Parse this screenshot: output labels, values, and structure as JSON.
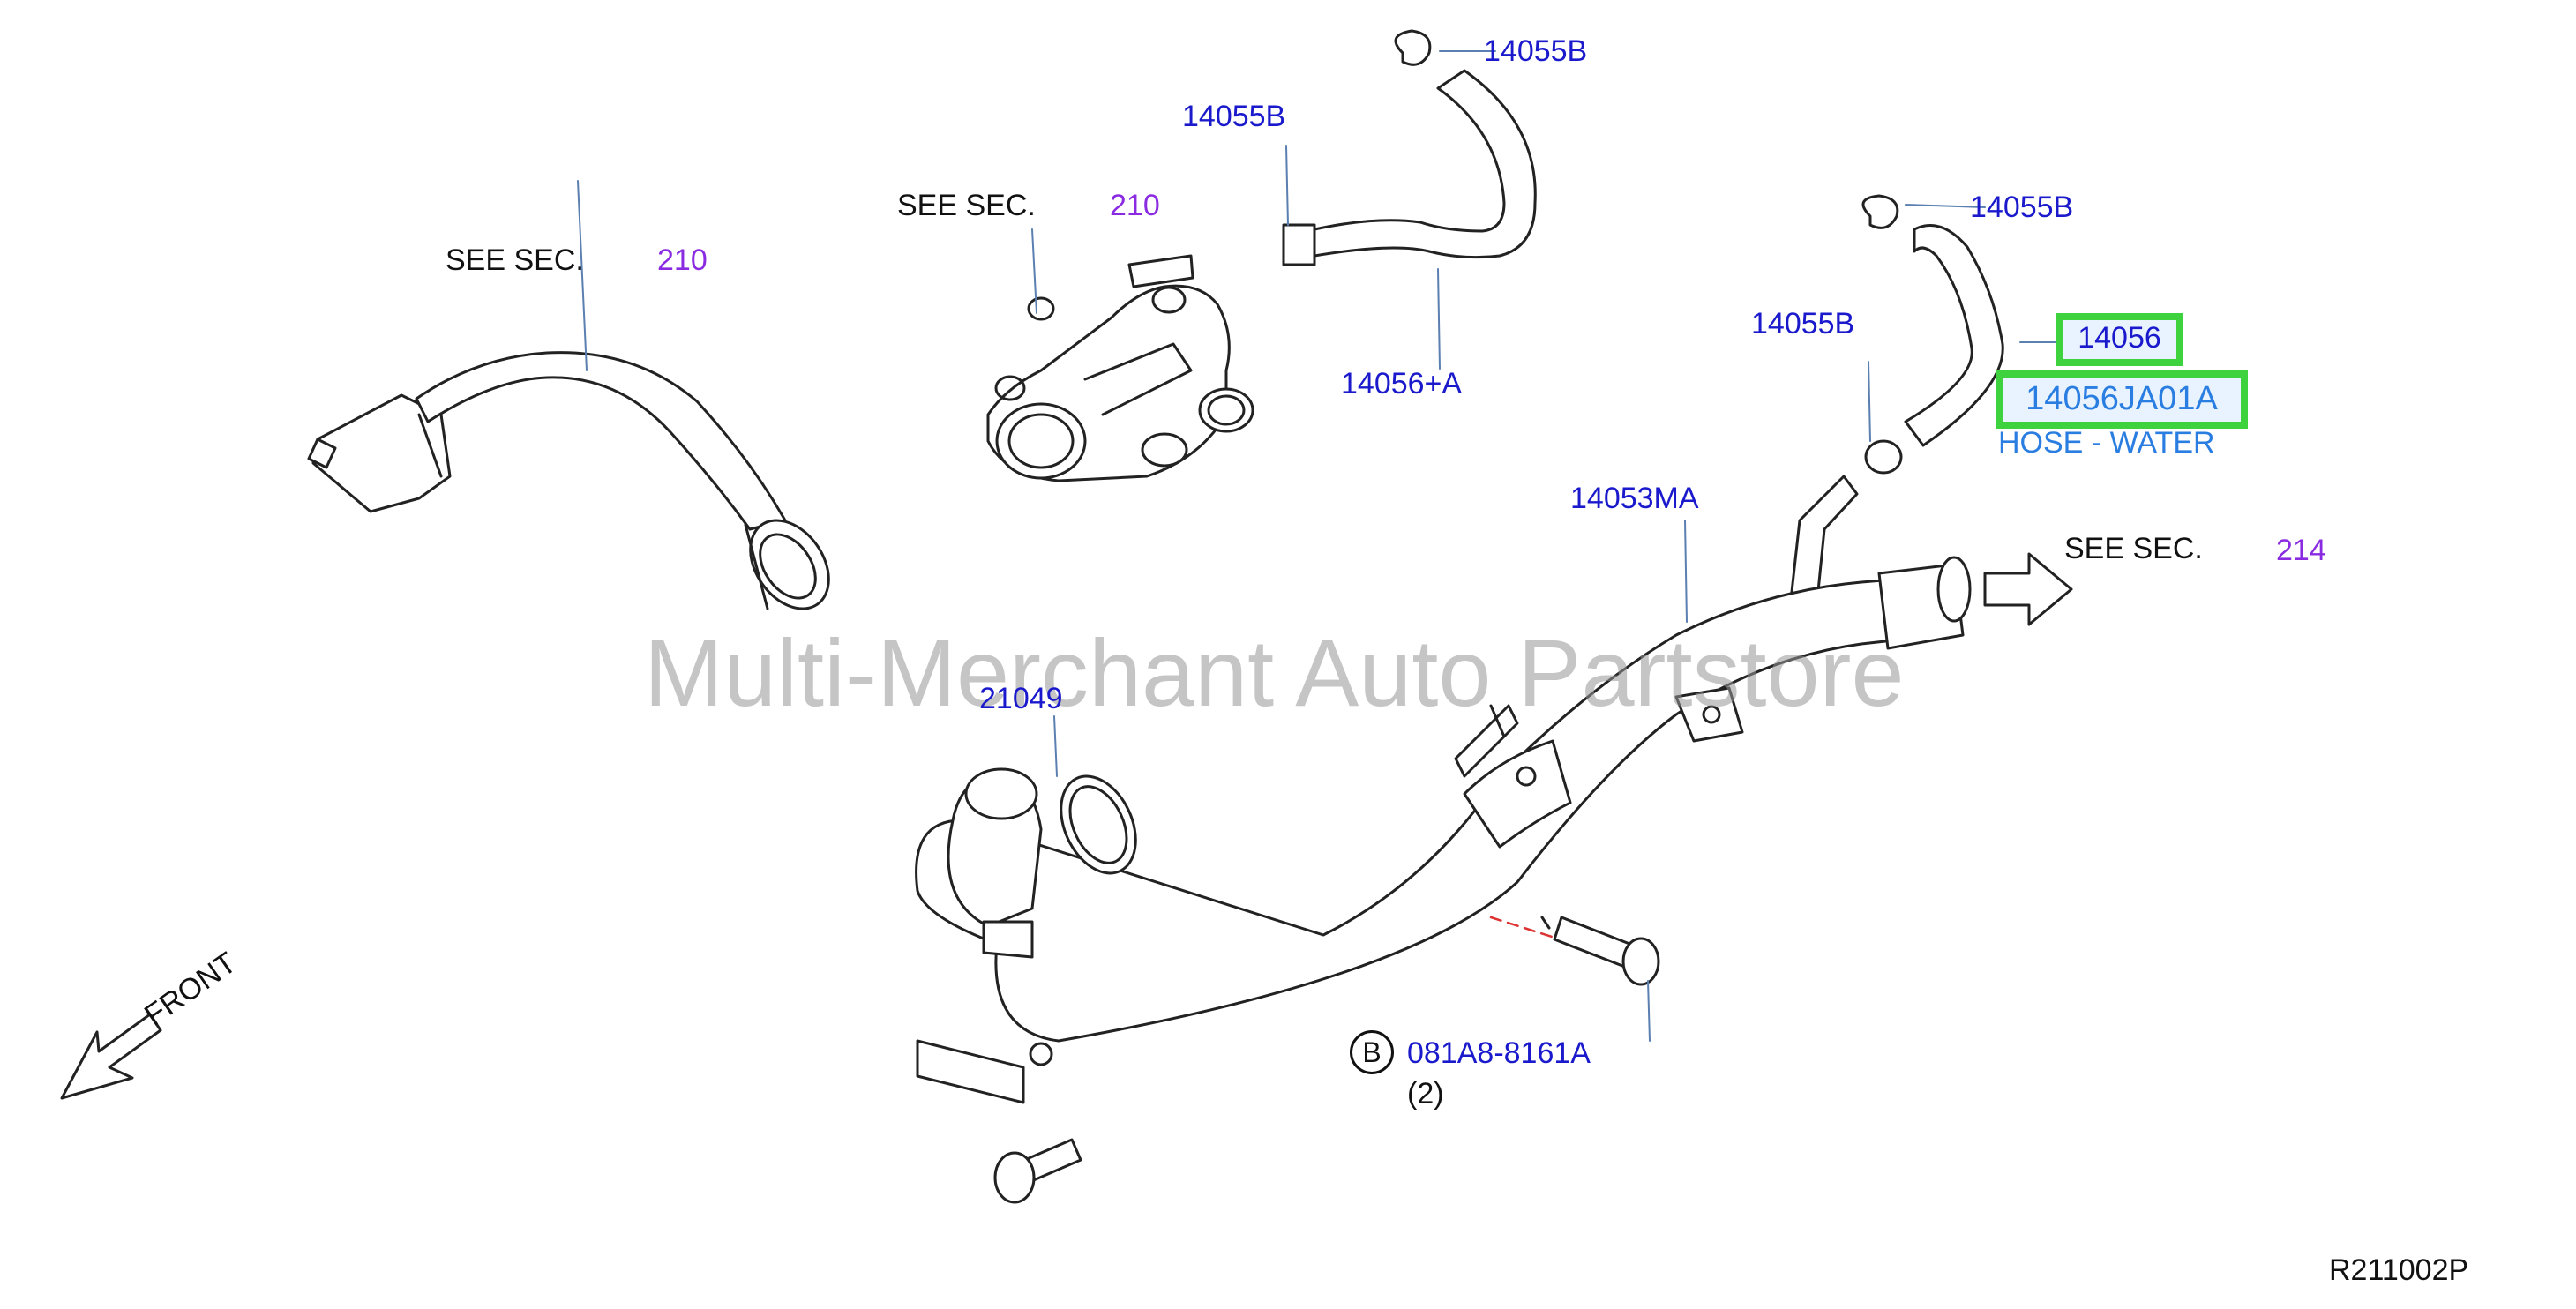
{
  "labels": {
    "see_sec": "SEE SEC.",
    "sec_210_a": "210",
    "sec_210_b": "210",
    "sec_214": "214",
    "p14055b_1": "14055B",
    "p14055b_2": "14055B",
    "p14055b_3": "14055B",
    "p14055b_4": "14055B",
    "p14056a": "14056+A",
    "p14053ma": "14053MA",
    "p21049": "21049",
    "p14056": "14056",
    "p14056ja01a": "14056JA01A",
    "hose_water": "HOSE - WATER",
    "bolt_marker": "B",
    "bolt_part": "081A8-8161A",
    "bolt_qty": "(2)",
    "front": "FRONT",
    "ref_code": "R211002P"
  },
  "watermark": "Multi-Merchant Auto Partstore",
  "colors": {
    "part_number": "#1a1acc",
    "section_ref": "#8a2be2",
    "highlight_border": "#3ed23e",
    "hose_water_text": "#2a7de1"
  }
}
